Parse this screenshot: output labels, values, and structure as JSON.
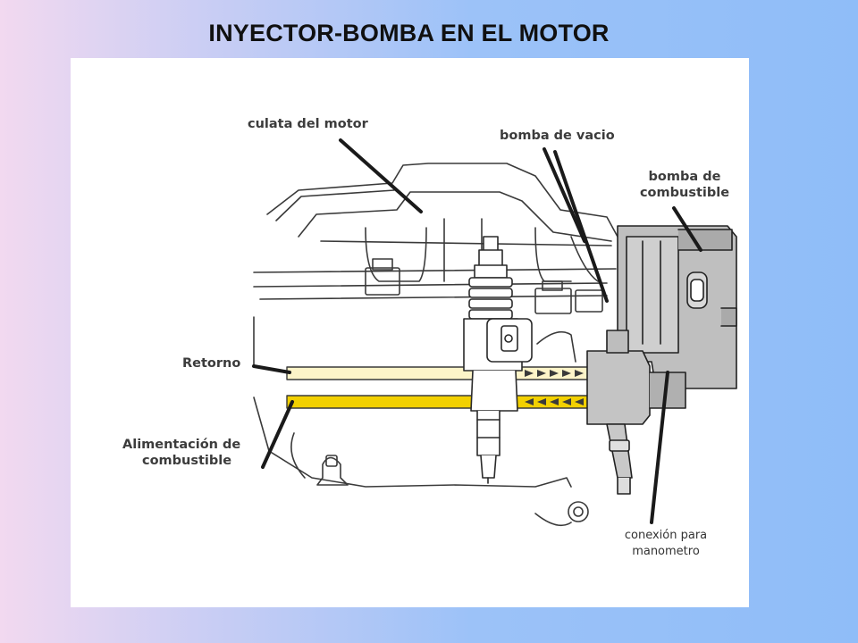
{
  "title": "INYECTOR-BOMBA EN EL MOTOR",
  "diagram": {
    "labels": {
      "culata": "culata del motor",
      "bomba_vacio": "bomba de vacio",
      "bomba_combustible_1": "bomba de",
      "bomba_combustible_2": "combustible",
      "retorno": "Retorno",
      "alimentacion_1": "Alimentación de",
      "alimentacion_2": "combustible",
      "conexion_1": "conexión para",
      "conexion_2": "manometro"
    },
    "colors": {
      "retorno_line": "#fdf4c8",
      "alimentacion_line": "#f2d000",
      "outline": "#2a2a2a",
      "pump_fill": "#bfbfbf"
    }
  }
}
